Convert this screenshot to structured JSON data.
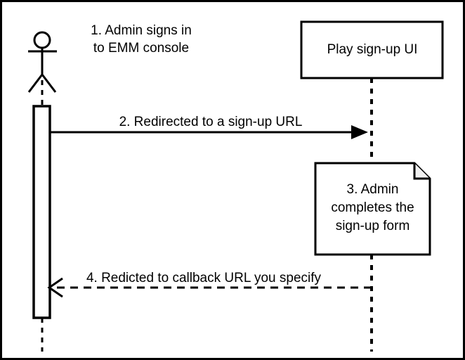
{
  "diagram": {
    "type": "uml-sequence-diagram",
    "background_color": "#ffffff",
    "line_color": "#000000",
    "actor": {
      "icon": "stick-figure-actor-icon",
      "caption_line1": "1. Admin signs in",
      "caption_line2": "to EMM console"
    },
    "participant": {
      "label": "Play sign-up UI"
    },
    "note": {
      "line1": "3. Admin",
      "line2": "completes the",
      "line3": "sign-up form"
    },
    "messages": [
      {
        "id": "message-2",
        "label": "2. Redirected to a sign-up URL",
        "style": "solid",
        "arrowhead": "filled-triangle",
        "direction": "left-to-right"
      },
      {
        "id": "message-4",
        "label": "4. Redicted to callback URL you specify",
        "style": "dashed",
        "arrowhead": "open-v",
        "direction": "right-to-left"
      }
    ]
  }
}
